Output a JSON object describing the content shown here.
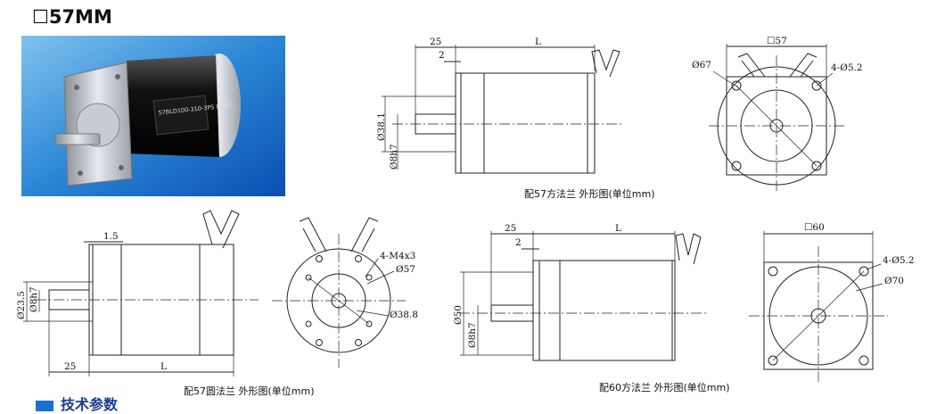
{
  "title": "☐57MM",
  "photo_label": "57BLD100-310-3PS DMKE",
  "captions": {
    "square57": "配57方法兰 外形图(单位mm)",
    "round57": "配57圆法兰 外形图(单位mm)",
    "square60": "配60方法兰 外形图(单位mm)"
  },
  "dims": {
    "d25a": "25",
    "L_a": "L",
    "d2a": "2",
    "d381": "Ø38.1",
    "d8h7a": "Ø8h7",
    "sq57": "☐57",
    "d67": "Ø67",
    "holes4a": "4-Ø5.2",
    "d15": "1.5",
    "d235": "Ø23.5",
    "d8h7b": "Ø8h7",
    "d25b": "25",
    "L_b": "L",
    "m4x3": "4-M4x3",
    "d57": "Ø57",
    "d388": "Ø38.8",
    "d25c": "25",
    "L_c": "L",
    "d2c": "2",
    "d50": "Ø50",
    "d8h7c": "Ø8h7",
    "sq60": "☐60",
    "holes4c": "4-Ø5.2",
    "d70": "Ø70"
  },
  "footer": "技术参数"
}
